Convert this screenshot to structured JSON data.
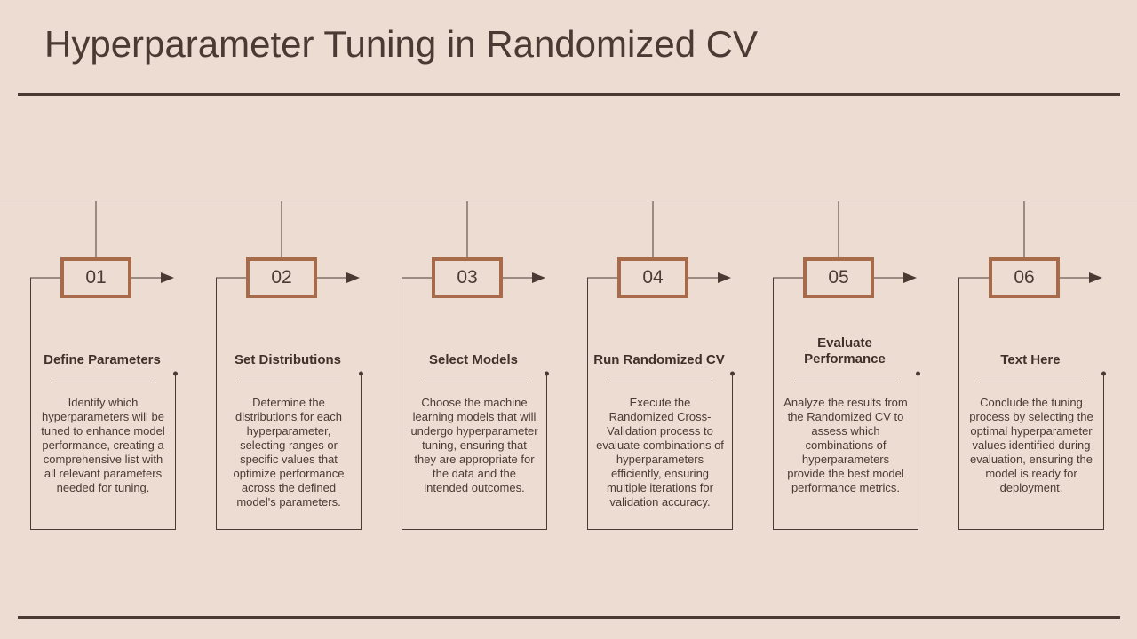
{
  "title": "Hyperparameter Tuning in Randomized CV",
  "steps": [
    {
      "number": "01",
      "heading": "Define Parameters",
      "text": "Identify which hyperparameters will be tuned to enhance model performance, creating a comprehensive list with all relevant parameters needed for tuning."
    },
    {
      "number": "02",
      "heading": "Set Distributions",
      "text": "Determine the distributions for each hyperparameter, selecting ranges or specific values that optimize performance across the defined model's parameters."
    },
    {
      "number": "03",
      "heading": "Select Models",
      "text": "Choose the machine learning models that will undergo hyperparameter tuning, ensuring that they are appropriate for the data and the intended outcomes."
    },
    {
      "number": "04",
      "heading": "Run Randomized CV",
      "text": "Execute the Randomized Cross-Validation process to evaluate combinations of hyperparameters efficiently, ensuring multiple iterations for validation accuracy."
    },
    {
      "number": "05",
      "heading": "Evaluate Performance",
      "text": "Analyze the results from the Randomized CV to assess which combinations of hyperparameters provide the best model performance metrics."
    },
    {
      "number": "06",
      "heading": "Text Here",
      "text": "Conclude the tuning process by selecting the optimal hyperparameter values identified during evaluation, ensuring the model is ready for deployment."
    }
  ]
}
